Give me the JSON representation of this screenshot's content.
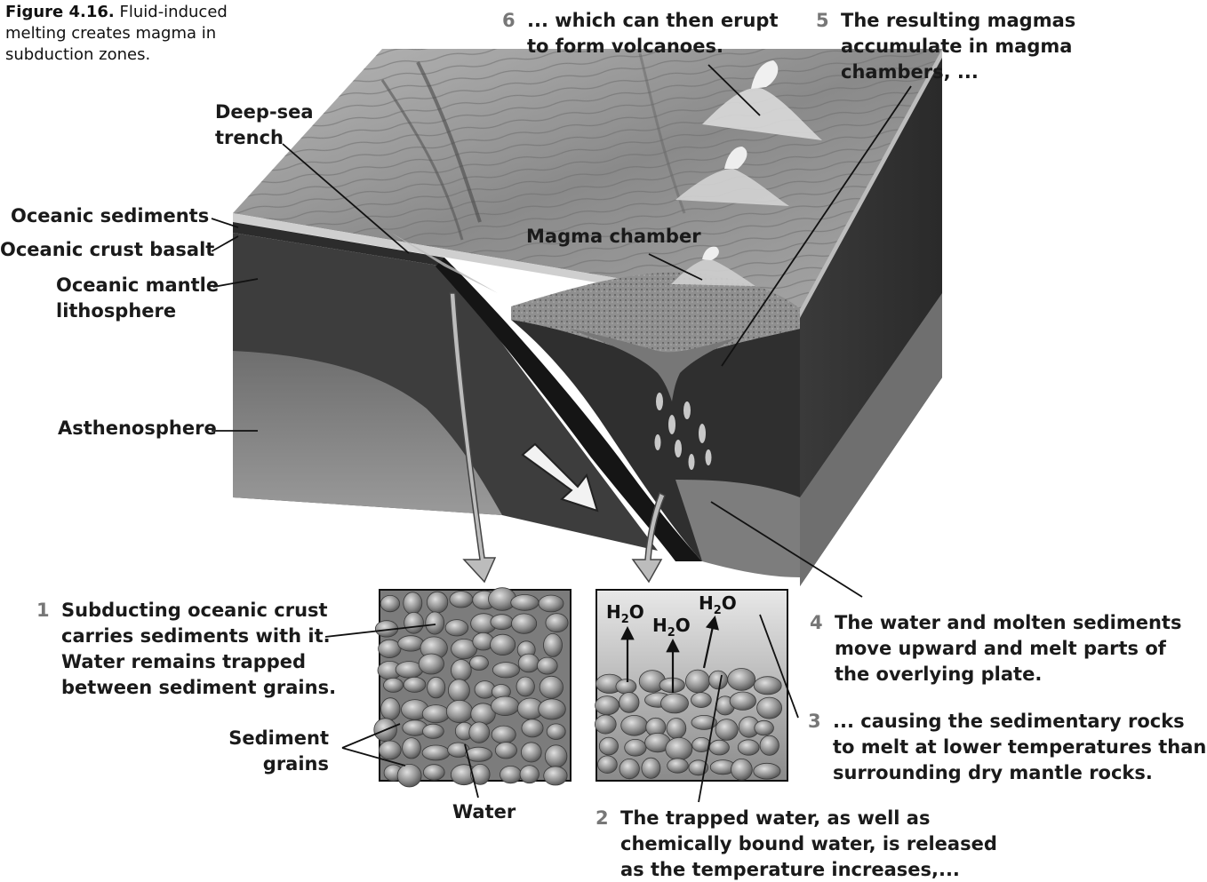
{
  "caption": {
    "figure_label": "Figure 4.16.",
    "line1_rest": "Fluid-induced",
    "line2": "melting creates magma in",
    "line3": "subduction zones."
  },
  "labels": {
    "deep_sea_trench": [
      "Deep-sea",
      "trench"
    ],
    "oceanic_sediments": "Oceanic sediments",
    "oceanic_crust_basalt": "Oceanic crust basalt",
    "oceanic_mantle_lithosphere": [
      "Oceanic mantle",
      "lithosphere"
    ],
    "asthenosphere": "Asthenosphere",
    "magma_chamber": "Magma chamber",
    "sediment_grains": [
      "Sediment",
      "grains"
    ],
    "water": "Water",
    "h2o_main": "H",
    "h2o_sub": "2",
    "h2o_end": "O"
  },
  "steps": [
    {
      "num": "1",
      "lines": [
        "Subducting oceanic crust",
        "carries sediments with it.",
        "Water remains trapped",
        "between sediment grains."
      ]
    },
    {
      "num": "2",
      "lines": [
        "The trapped water, as well as",
        "chemically bound water, is released",
        "as the temperature increases,..."
      ]
    },
    {
      "num": "3",
      "lines": [
        "... causing the sedimentary rocks",
        "to melt at lower temperatures than",
        "surrounding dry mantle rocks."
      ]
    },
    {
      "num": "4",
      "lines": [
        "The water and molten sediments",
        "move upward and melt parts of",
        "the overlying plate."
      ]
    },
    {
      "num": "5",
      "lines": [
        "The resulting magmas",
        "accumulate in magma",
        "chambers, ..."
      ]
    },
    {
      "num": "6",
      "lines": [
        "... which can then erupt",
        "to form volcanoes."
      ]
    }
  ],
  "colors": {
    "surface": "#8e8e8e",
    "mantle_dark": "#3a3a3a",
    "asthenosphere": "#7a7a7a",
    "crust_dark": "#1f1f1f",
    "panel_bg": "#9a9a9a"
  }
}
